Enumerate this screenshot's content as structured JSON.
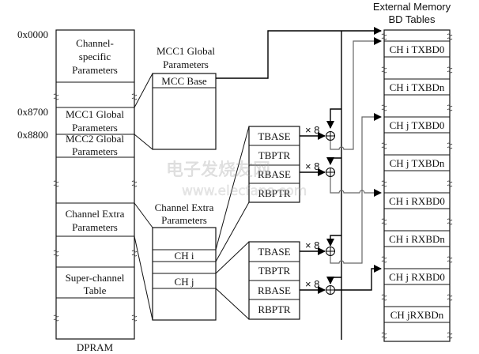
{
  "dpram": {
    "label": "DPRAM",
    "addresses": [
      "0x0000",
      "0x8700",
      "0x8800"
    ],
    "sections": [
      {
        "lines": [
          "Channel-",
          "specific",
          "Parameters"
        ]
      },
      {
        "lines": [
          "MCC1 Global",
          "Parameters"
        ]
      },
      {
        "lines": [
          "MCC2 Global",
          "Parameters"
        ]
      },
      {
        "lines": [
          "Channel Extra",
          "Parameters"
        ]
      },
      {
        "lines": [
          "Super-channel",
          "Table"
        ]
      }
    ]
  },
  "mcc1_global": {
    "title": [
      "MCC1 Global",
      "Parameters"
    ],
    "row": "MCC Base"
  },
  "channel_extra": {
    "title": [
      "Channel Extra",
      "Parameters"
    ],
    "rows": [
      "CH i",
      "CH j"
    ]
  },
  "pointer_tables": [
    {
      "rows": [
        "TBASE",
        "TBPTR",
        "RBASE",
        "RBPTR"
      ]
    },
    {
      "rows": [
        "TBASE",
        "TBPTR",
        "RBASE",
        "RBPTR"
      ]
    }
  ],
  "multiplier_label": "× 8",
  "adder_symbol": "⊕",
  "external_memory": {
    "title": [
      "External Memory",
      "BD Tables"
    ],
    "entries": [
      "CH i TXBD0",
      "CH i TXBDn",
      "CH j TXBD0",
      "CH j TXBDn",
      "CH i RXBD0",
      "CH i RXBDn",
      "CH j RXBD0",
      "CH jRXBDn"
    ]
  },
  "watermark": {
    "cn": "电子发烧友网",
    "url": "www.elecfans.com"
  }
}
